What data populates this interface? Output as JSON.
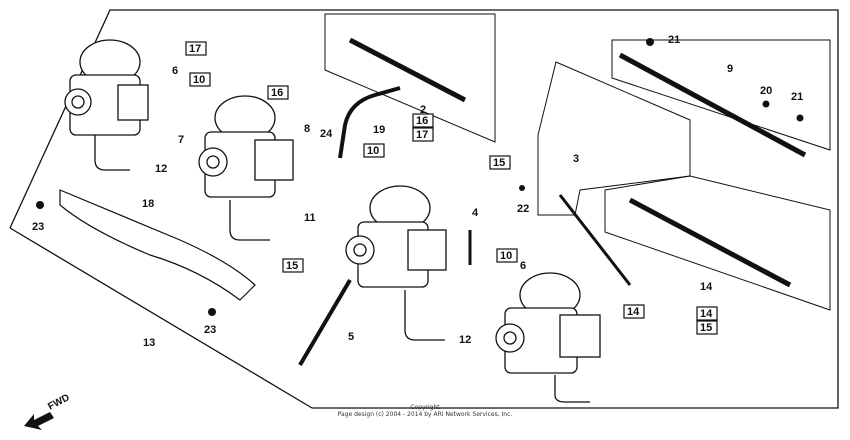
{
  "callouts": {
    "c2": "2",
    "c3": "3",
    "c4": "4",
    "c5": "5",
    "c6a": "6",
    "c6b": "6",
    "c7": "7",
    "c8": "8",
    "c9": "9",
    "c10a": "10",
    "c10b": "10",
    "c10c": "10",
    "c11": "11",
    "c12a": "12",
    "c12b": "12",
    "c13": "13",
    "c14a": "14",
    "c14b": "14",
    "c14c": "14",
    "c15a": "15",
    "c15b": "15",
    "c15c": "15",
    "c16a": "16",
    "c16b": "16",
    "c17a": "17",
    "c17b": "17",
    "c18": "18",
    "c19": "19",
    "c20": "20",
    "c21a": "21",
    "c21b": "21",
    "c22": "22",
    "c23a": "23",
    "c23b": "23",
    "c24": "24"
  },
  "fwd_label": "FWD",
  "footer": {
    "line1": "Copyright",
    "line2": "Page design (c) 2004 - 2014 by ARI Network Services, Inc."
  }
}
